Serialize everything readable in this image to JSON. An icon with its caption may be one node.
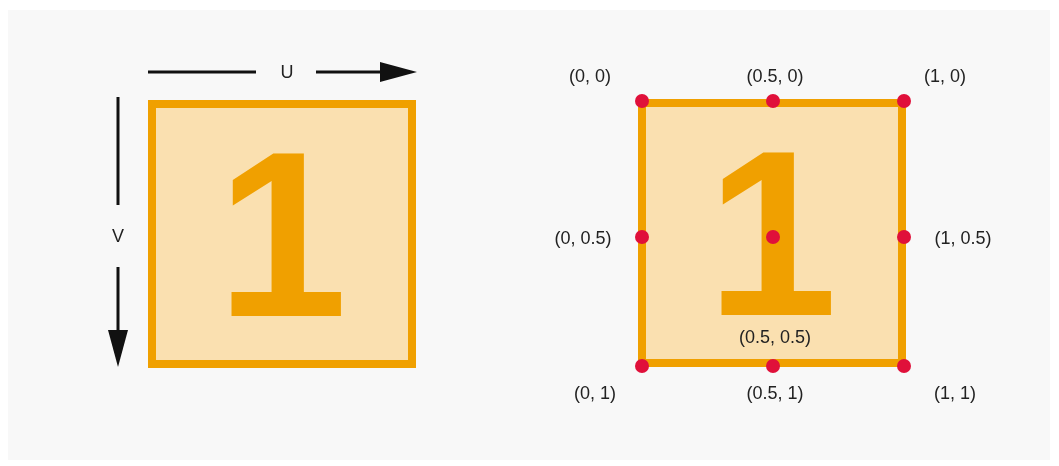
{
  "diagram": {
    "nodes": [
      {
        "text": [
          "1"
        ]
      },
      {
        "text": [
          "1"
        ]
      }
    ],
    "labels": [
      "U",
      "(0, 0)",
      "(0.5, 0)",
      "(1, 0)",
      "V",
      "(0, 0.5)",
      "(1, 0.5)",
      "(0.5, 0.5)",
      "(0, 1)",
      "(0.5, 1)",
      "(1, 1)"
    ]
  }
}
